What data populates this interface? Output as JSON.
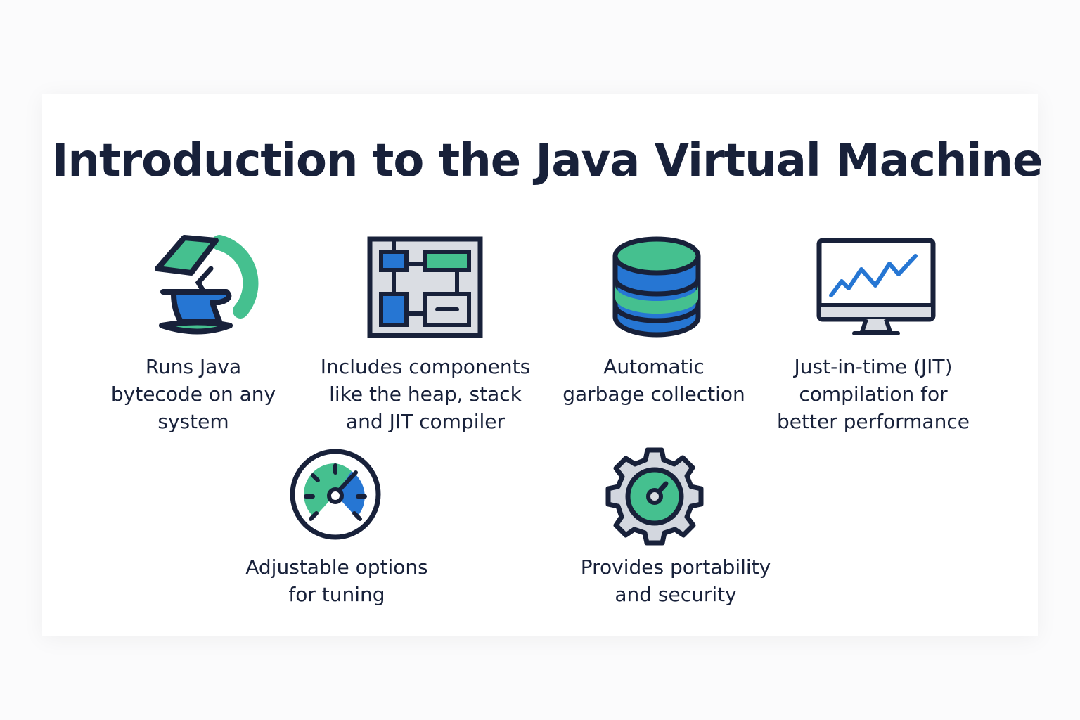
{
  "title": "Introduction to the Java Virtual Machine",
  "colors": {
    "navy": "#18213a",
    "green": "#45c08f",
    "blue": "#2676d3",
    "gray": "#dadde3"
  },
  "features": [
    {
      "icon": "coffee-cup-icon",
      "label": "Runs Java\nbytecode on any\nsystem"
    },
    {
      "icon": "component-diagram-icon",
      "label": "Includes components\nlike the heap, stack\nand JIT compiler"
    },
    {
      "icon": "database-icon",
      "label": "Automatic\ngarbage collection"
    },
    {
      "icon": "monitor-chart-icon",
      "label": "Just-in-time (JIT)\ncompilation for\nbetter performance"
    },
    {
      "icon": "gauge-icon",
      "label": "Adjustable options\nfor tuning"
    },
    {
      "icon": "gear-icon",
      "label": "Provides portability\nand security"
    }
  ]
}
